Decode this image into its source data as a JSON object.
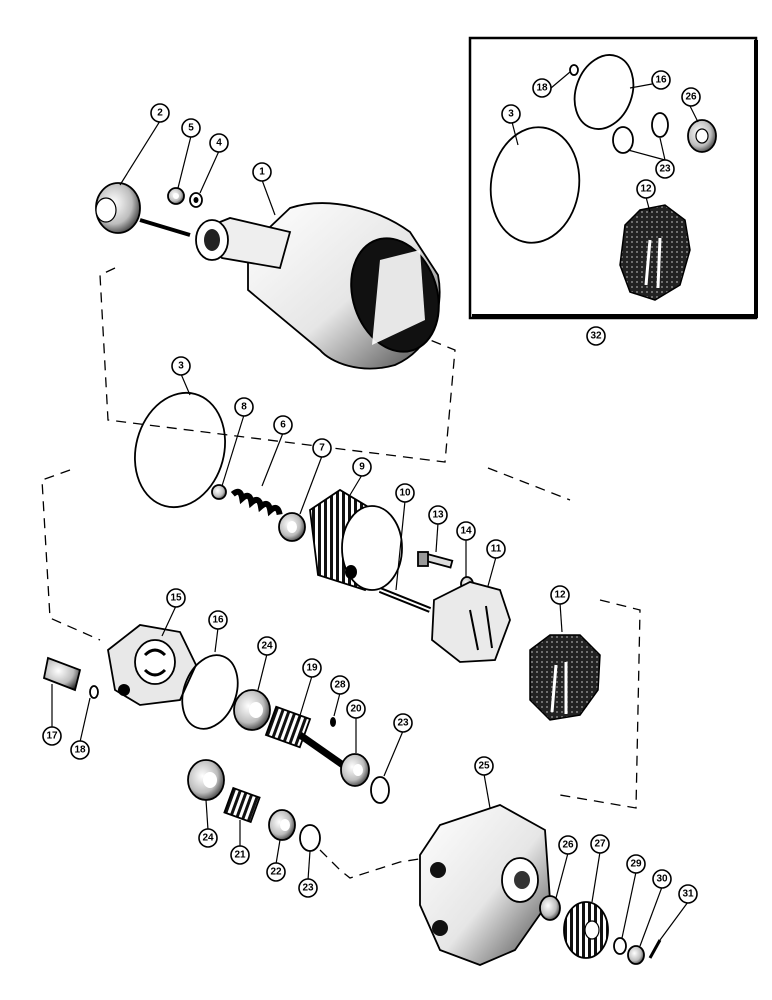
{
  "callouts": {
    "c1": "1",
    "c2": "2",
    "c3": "3",
    "c4": "4",
    "c5": "5",
    "c6": "6",
    "c7": "7",
    "c8": "8",
    "c9": "9",
    "c10": "10",
    "c11": "11",
    "c12": "12",
    "c13": "13",
    "c14": "14",
    "c15": "15",
    "c16": "16",
    "c17": "17",
    "c18": "18",
    "c19": "19",
    "c20": "20",
    "c21": "21",
    "c22": "22",
    "c23a": "23",
    "c23b": "23",
    "c24a": "24",
    "c24b": "24",
    "c25": "25",
    "c26": "26",
    "c27": "27",
    "c28": "28",
    "c29": "29",
    "c30": "30",
    "c31": "31",
    "inset3": "3",
    "inset12": "12",
    "inset16": "16",
    "inset18": "18",
    "inset23": "23",
    "inset26": "26",
    "kit32": "32"
  },
  "colors": {
    "ink": "#000000",
    "paper": "#ffffff",
    "shade": "#2a2a2a"
  }
}
